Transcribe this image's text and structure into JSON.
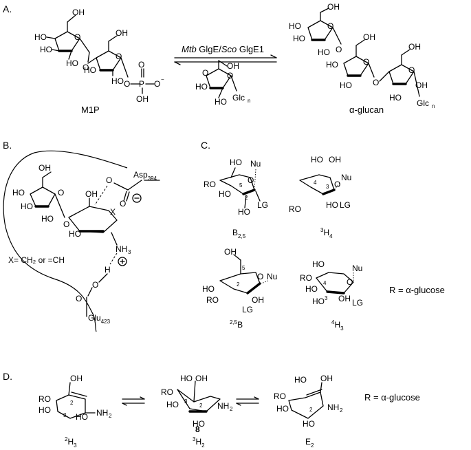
{
  "panel_a": {
    "label": "A.",
    "m1p": "M1P",
    "enzyme_1_org": "Mtb",
    "enzyme_1_name": " GlgE",
    "enzyme_2_org": "Sco",
    "enzyme_2_name": " GlgE1",
    "glc_unit": "Glc",
    "glc_n": "n",
    "product": "α-glucan"
  },
  "panel_b": {
    "label": "B.",
    "asp_name": "Asp",
    "asp_number": "394",
    "x_note": "X= CH₂ or =CH",
    "glu_name": "Glu",
    "glu_number": "423"
  },
  "panel_c": {
    "label": "C.",
    "conf_1_main": "B",
    "conf_1_sub": "2,5",
    "conf_2_sup": "3",
    "conf_2_main": "H",
    "conf_2_sub": "4",
    "conf_3_sup": "2,5",
    "conf_3_main": "B",
    "conf_4_sup": "4",
    "conf_4_main": "H",
    "conf_4_sub": "3",
    "r_note": "R = α-glucose"
  },
  "panel_d": {
    "label": "D.",
    "conf_1_sup": "2",
    "conf_1_main": "H",
    "conf_1_sub": "3",
    "compound": "8",
    "conf_2_sup": "3",
    "conf_2_main": "H",
    "conf_2_sub": "2",
    "conf_3_main": "E",
    "conf_3_sub": "2",
    "r_note": "R = α-glucose"
  }
}
